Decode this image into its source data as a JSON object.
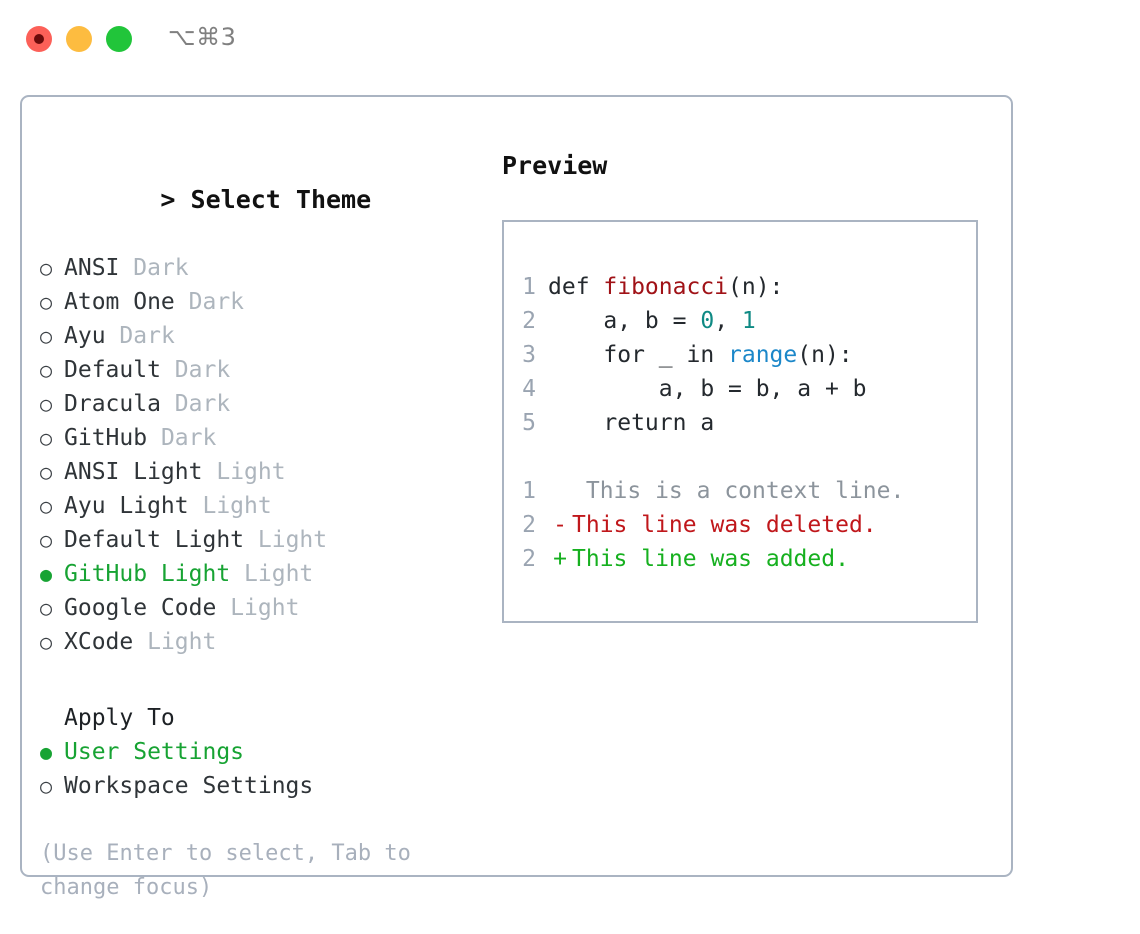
{
  "titlebar": {
    "shortcut": "⌥⌘3",
    "buttons": [
      {
        "name": "close",
        "color": "#fc6058"
      },
      {
        "name": "minimize",
        "color": "#fdbc40"
      },
      {
        "name": "maximize",
        "color": "#21c53a"
      }
    ]
  },
  "theme_picker": {
    "caret": ">",
    "title": "Select Theme",
    "bullet_unselected": "○",
    "bullet_selected": "●",
    "items": [
      {
        "label": "ANSI",
        "badge": "Dark",
        "selected": false
      },
      {
        "label": "Atom One",
        "badge": "Dark",
        "selected": false
      },
      {
        "label": "Ayu",
        "badge": "Dark",
        "selected": false
      },
      {
        "label": "Default",
        "badge": "Dark",
        "selected": false
      },
      {
        "label": "Dracula",
        "badge": "Dark",
        "selected": false
      },
      {
        "label": "GitHub",
        "badge": "Dark",
        "selected": false
      },
      {
        "label": "ANSI Light",
        "badge": "Light",
        "selected": false
      },
      {
        "label": "Ayu Light",
        "badge": "Light",
        "selected": false
      },
      {
        "label": "Default Light",
        "badge": "Light",
        "selected": false
      },
      {
        "label": "GitHub Light",
        "badge": "Light",
        "selected": true
      },
      {
        "label": "Google Code",
        "badge": "Light",
        "selected": false
      },
      {
        "label": "XCode",
        "badge": "Light",
        "selected": false
      }
    ]
  },
  "apply_to": {
    "title": "Apply To",
    "items": [
      {
        "label": "User Settings",
        "selected": true
      },
      {
        "label": "Workspace Settings",
        "selected": false
      }
    ]
  },
  "hint": "(Use Enter to select, Tab to change focus)",
  "preview": {
    "title": "Preview",
    "code_lines": [
      {
        "no": "1",
        "segments": [
          {
            "t": "def ",
            "k": "plain"
          },
          {
            "t": "fibonacci",
            "k": "fn"
          },
          {
            "t": "(n):",
            "k": "plain"
          }
        ]
      },
      {
        "no": "2",
        "segments": [
          {
            "t": "    a, b = ",
            "k": "plain"
          },
          {
            "t": "0",
            "k": "num"
          },
          {
            "t": ", ",
            "k": "plain"
          },
          {
            "t": "1",
            "k": "num"
          }
        ]
      },
      {
        "no": "3",
        "segments": [
          {
            "t": "    for _ in ",
            "k": "plain"
          },
          {
            "t": "range",
            "k": "call"
          },
          {
            "t": "(n):",
            "k": "plain"
          }
        ]
      },
      {
        "no": "4",
        "segments": [
          {
            "t": "        a, b = b, a + b",
            "k": "plain"
          }
        ]
      },
      {
        "no": "5",
        "segments": [
          {
            "t": "    return a",
            "k": "plain"
          }
        ]
      }
    ],
    "diff_lines": [
      {
        "no": "1",
        "marker": " ",
        "kind": "ctx",
        "text": " This is a context line."
      },
      {
        "no": "2",
        "marker": "-",
        "kind": "del",
        "text": "This line was deleted."
      },
      {
        "no": "2",
        "marker": "+",
        "kind": "add",
        "text": "This line was added."
      }
    ]
  },
  "colors": {
    "accent_green": "#17a333",
    "panel_border": "#aab4c2",
    "muted": "#adb5bd",
    "syntax_function": "#a01217",
    "syntax_number": "#0f8a84",
    "syntax_call": "#1b87c9",
    "diff_added": "#16b01f",
    "diff_deleted": "#c0171b",
    "diff_context": "#8c949c"
  }
}
